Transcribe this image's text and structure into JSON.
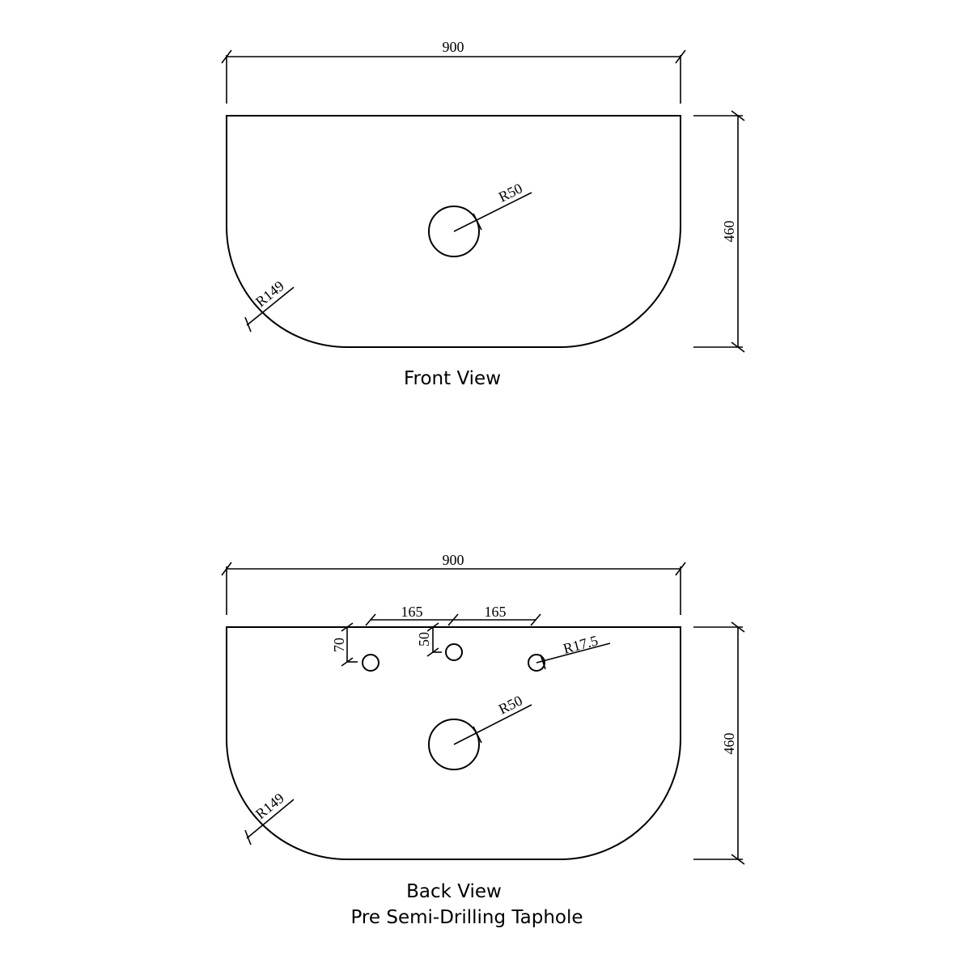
{
  "front_view": {
    "caption": "Front View",
    "width_label": "900",
    "height_label": "460",
    "waste_radius_label": "R50",
    "corner_radius_label": "R149"
  },
  "back_view": {
    "caption_line1": "Back View",
    "caption_line2": "Pre Semi-Drilling Taphole",
    "width_label": "900",
    "height_label": "460",
    "tap_spacing_left_label": "165",
    "tap_spacing_right_label": "165",
    "side_hole_offset_label": "70",
    "center_hole_offset_label": "50",
    "taphole_radius_label": "R17.5",
    "waste_radius_label": "R50",
    "corner_radius_label": "R149"
  }
}
